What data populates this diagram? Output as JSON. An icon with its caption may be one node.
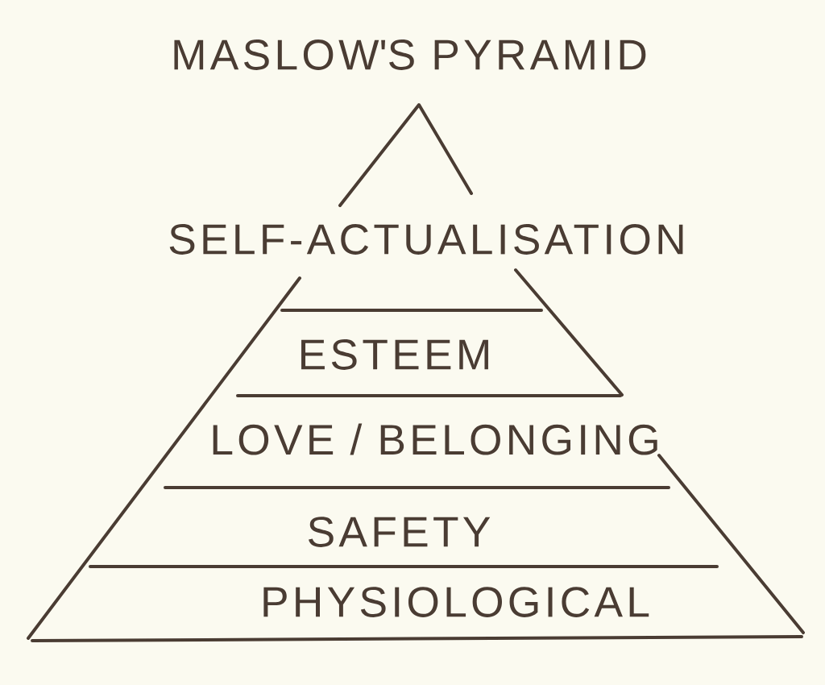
{
  "diagram": {
    "title": "MASLOW'S PYRAMID",
    "nodes": [
      {
        "text": [
          "SELF-ACTUALISATION"
        ]
      },
      {
        "text": [
          "ESTEEM"
        ]
      },
      {
        "text": [
          "LOVE / BELONGING"
        ]
      },
      {
        "text": [
          "SAFETY"
        ]
      },
      {
        "text": [
          "PHYSIOLOGICAL"
        ]
      }
    ]
  }
}
